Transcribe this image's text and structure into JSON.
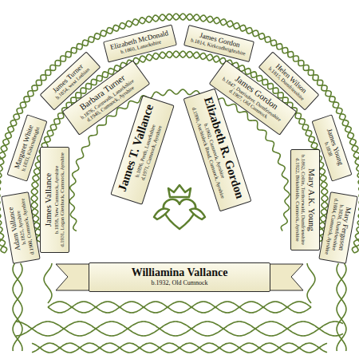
{
  "diagram": {
    "nodes": [
      {
        "text": [
          "Adam Vallance",
          "b.1825, Ayrshire",
          "d.1900, Cumnock, Ayrshire"
        ]
      },
      {
        "text": [
          "Margaret White",
          "b.1833, Kirkcudbright"
        ]
      },
      {
        "text": [
          "James Turner",
          "b.1854, west Lothian"
        ]
      },
      {
        "text": [
          "Elizabeth McDonald",
          "b.1860, Lanarkshire"
        ]
      },
      {
        "text": [
          "James Gordon",
          "b.1814, Kirkcudbrightshire"
        ]
      },
      {
        "text": [
          "Helen Wilson",
          "b.1815, Dumfriesshire"
        ]
      },
      {
        "text": [
          "James Young",
          "b.1838"
        ]
      },
      {
        "text": [
          "Mary Ferguson",
          "b.1838, Dumfriesshire",
          "d.1884, Cumnock, Ayrshire"
        ]
      },
      {
        "text": [
          "James Vallance",
          "b.1858, New Cumnock, Ayrshire",
          "d.1931, Logan Glenbuck, Cumnock, Ayrshire"
        ]
      },
      {
        "text": [
          "Barbara Turner",
          "b.1876, Carnwath, Lanarkshire",
          "d.1940, Cumnock, Ayrshire"
        ]
      },
      {
        "text": [
          "James Gordon",
          "b.1847, Durrisdeer, Dumfriesshire",
          "d.1907, Old Cumnock"
        ]
      },
      {
        "text": [
          "Mary A.K. Young",
          "b.1862, Collin, Torthorwald, Dumfriesshire",
          "d.1922, Birkshields, Cumnock, Ayrshire"
        ]
      },
      {
        "text": [
          "James T. Vallance",
          "b.1896, Perth, Lanarkshire",
          "d.1971, Cumnock, Ayrshire"
        ]
      },
      {
        "text": [
          "Elizabeth R. Gordon",
          "b.1902, Cumnock, Ayrshire",
          "d.1990, Auchinleck Road, Cumnock, Ayrshire"
        ]
      },
      {
        "text": [
          "Williamina Vallance",
          "b.1932, Old Cumnock"
        ]
      }
    ]
  }
}
